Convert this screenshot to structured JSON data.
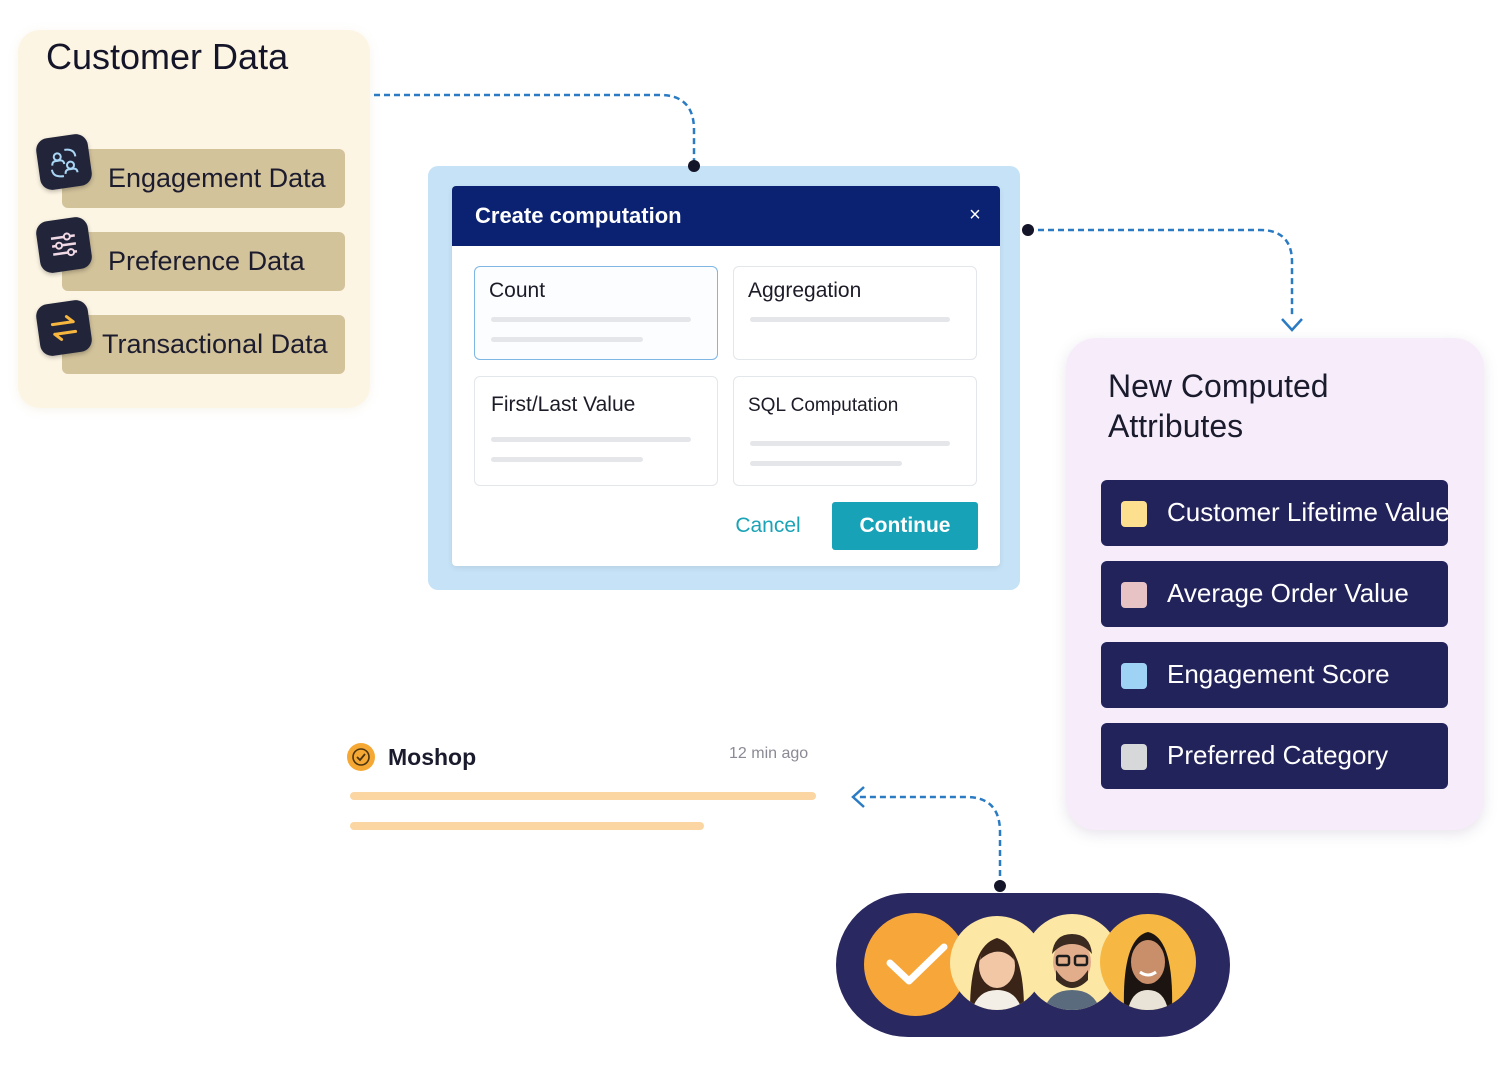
{
  "customer_data": {
    "title": "Customer Data",
    "items": [
      {
        "label": "Engagement Data",
        "icon": "people-cycle-icon"
      },
      {
        "label": "Preference Data",
        "icon": "sliders-icon"
      },
      {
        "label": "Transactional Data",
        "icon": "arrows-exchange-icon"
      }
    ]
  },
  "modal": {
    "title": "Create computation",
    "close": "×",
    "options": [
      {
        "label": "Count",
        "selected": true
      },
      {
        "label": "Aggregation",
        "selected": false
      },
      {
        "label": "First/Last Value",
        "selected": false
      },
      {
        "label": "SQL Computation",
        "selected": false
      }
    ],
    "cancel_label": "Cancel",
    "continue_label": "Continue"
  },
  "attributes": {
    "title": "New Computed Attributes",
    "items": [
      {
        "label": "Customer Lifetime Value",
        "color": "#fde08f"
      },
      {
        "label": "Average Order Value",
        "color": "#e7c3c6"
      },
      {
        "label": "Engagement Score",
        "color": "#9fd3f5"
      },
      {
        "label": "Preferred Category",
        "color": "#d7d8d9"
      }
    ]
  },
  "notification": {
    "app": "Moshop",
    "time": "12 min ago",
    "icon": "verified-badge-icon"
  },
  "audience": {
    "check_icon": "checkmark-icon",
    "avatars": [
      "avatar-woman-1",
      "avatar-man-glasses",
      "avatar-woman-2"
    ]
  },
  "colors": {
    "accent": "#17a2b8",
    "modal_header": "#0b2272",
    "attribute_bg": "#23235c",
    "connector": "#2a7bc4"
  }
}
